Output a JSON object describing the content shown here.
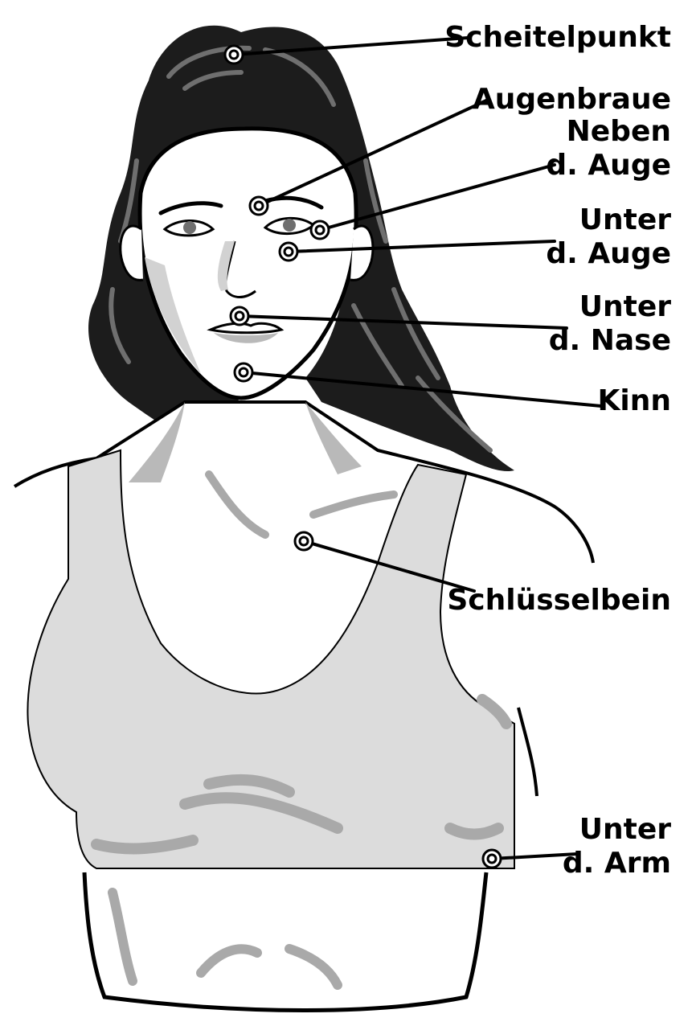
{
  "colors": {
    "hair": "#1c1c1c",
    "hair_highlight": "#6f6f6f",
    "skin_shadow": "#b9b9b9",
    "garment": "#dcdcdc",
    "garment_shadow": "#a9a9a9",
    "line": "#000000",
    "background": "#ffffff"
  },
  "markers": [
    {
      "id": "scheitelpunkt",
      "lines": [
        "Scheitelpunkt"
      ]
    },
    {
      "id": "augenbraue",
      "lines": [
        "Augenbraue"
      ]
    },
    {
      "id": "neben-auge",
      "lines": [
        "Neben",
        "d. Auge"
      ]
    },
    {
      "id": "unter-auge",
      "lines": [
        "Unter",
        "d. Auge"
      ]
    },
    {
      "id": "unter-nase",
      "lines": [
        "Unter",
        "d. Nase"
      ]
    },
    {
      "id": "kinn",
      "lines": [
        "Kinn"
      ]
    },
    {
      "id": "schluesselbein",
      "lines": [
        "Schlüsselbein"
      ]
    },
    {
      "id": "unter-arm",
      "lines": [
        "Unter",
        "d. Arm"
      ]
    }
  ]
}
